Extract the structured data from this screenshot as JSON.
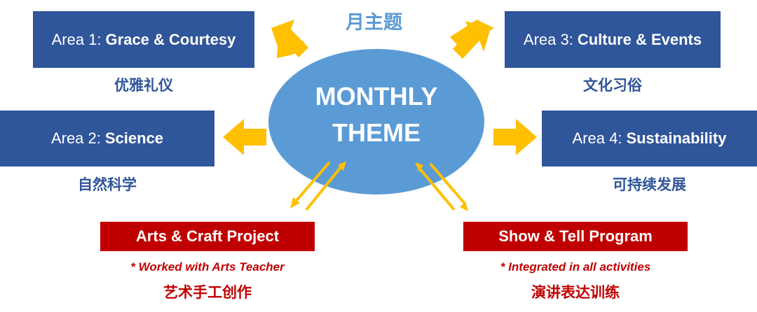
{
  "theme": {
    "title_cn": "月主题",
    "ellipse_line1": "MONTHLY",
    "ellipse_line2": "THEME"
  },
  "areas": [
    {
      "num": "Area 1:",
      "name": "Grace & Courtesy",
      "cn": "优雅礼仪"
    },
    {
      "num": "Area 2:",
      "name": "Science",
      "cn": "自然科学"
    },
    {
      "num": "Area 3:",
      "name": "Culture & Events",
      "cn": "文化习俗"
    },
    {
      "num": "Area 4:",
      "name": "Sustainability",
      "cn": "可持续发展"
    }
  ],
  "projects": [
    {
      "label": "Arts & Craft Project",
      "note": "* Worked with Arts Teacher",
      "cn": "艺术手工创作"
    },
    {
      "label": "Show & Tell Program",
      "note": "* Integrated in all activities",
      "cn": "演讲表达训练"
    }
  ],
  "colors": {
    "area_blue": "#2f559a",
    "ellipse_blue": "#5b9bd5",
    "arrow_yellow": "#ffc000",
    "red": "#c00000"
  }
}
